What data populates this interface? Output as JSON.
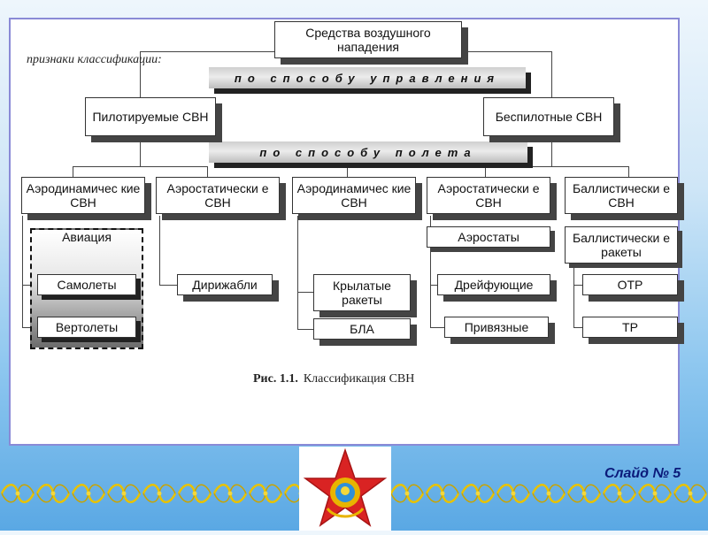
{
  "diagram": {
    "root": "Средства воздушного нападения",
    "criteria_label": "признаки классификации:",
    "banner_control": "по способу управления",
    "banner_flight": "по способу полета",
    "manned": "Пилотируемые СВН",
    "unmanned": "Беспилотные СВН",
    "aerodyn_1": "Аэродинамичес кие СВН",
    "aerostat_1": "Аэростатически е СВН",
    "aerodyn_2": "Аэродинамичес кие СВН",
    "aerostat_2": "Аэростатически е СВН",
    "ballistic": "Баллистически е СВН",
    "aviation": "Авиация",
    "planes": "Самолеты",
    "helicopters": "Вертолеты",
    "airships": "Дирижабли",
    "cruise_missiles": "Крылатые ракеты",
    "uav": "БЛА",
    "aerostats": "Аэростаты",
    "drifting": "Дрейфующие",
    "tethered": "Привязные",
    "ballistic_missiles": "Баллистически е ракеты",
    "otr": "ОТР",
    "tr": "ТР"
  },
  "caption": {
    "figure": "Рис. 1.1.",
    "text": "Классификация СВН"
  },
  "footer": {
    "slide_label": "Слайд № 5"
  },
  "colors": {
    "background_top": "#eef6fc",
    "background_bottom": "#5aa8e4",
    "panel_border": "#8a8ad6",
    "slide_number": "#0b1a7a",
    "ornament": "#e8c200",
    "emblem_red": "#d92323",
    "emblem_gold": "#e8b400"
  }
}
